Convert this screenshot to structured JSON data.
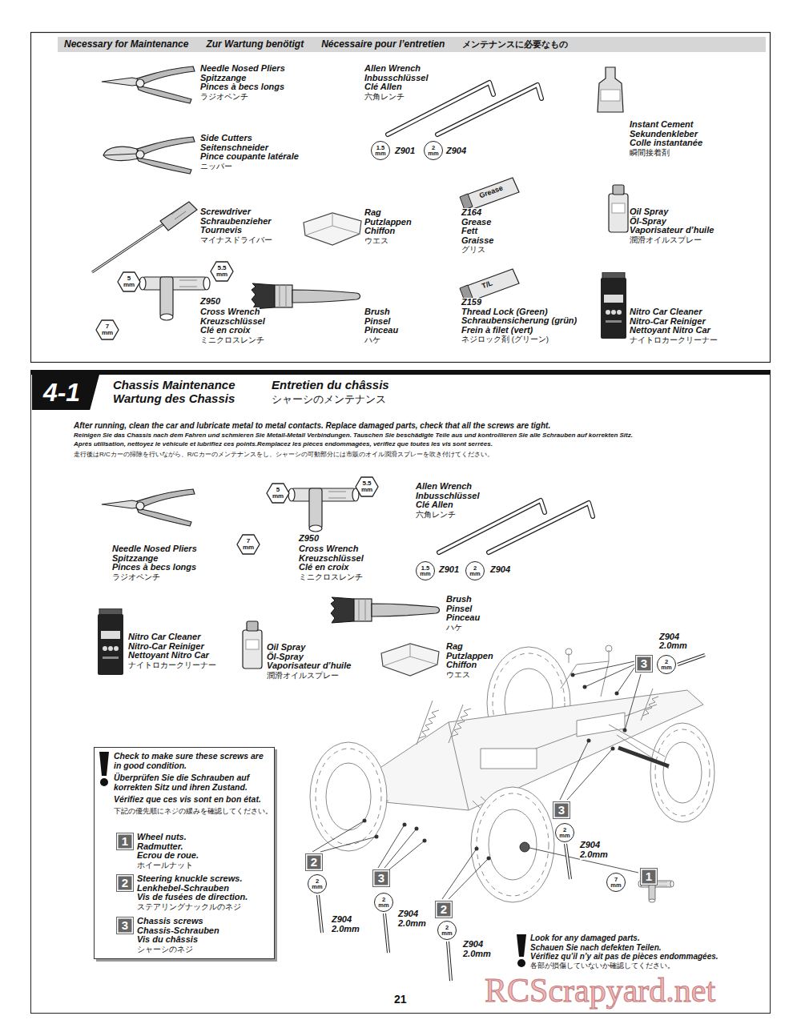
{
  "diagram": {
    "nodes": [
      {
        "text": [
          "Necessary for Maintenance",
          "Zur Wartung benötigt",
          "Nécessaire pour l’entretien",
          "メンテナンスに必要なもの"
        ]
      },
      {
        "text": [
          "Chassis Maintenance",
          "Wartung des Chassis",
          "Entretien du châssis",
          "シャーシのメンテナンス"
        ]
      },
      {
        "text": [
          "4-1"
        ],
        "in": 1
      },
      {
        "text": [
          "Check to make sure these screws are in good condition.",
          "Überprüfen Sie die Schrauben auf korrekten Sitz und ihren Zustand.",
          "Vérifiez que ces vis sont en bon état.",
          "下記の優先順にネジの緩みを確認してください。"
        ],
        "in": 1
      },
      {
        "text": [
          "1"
        ],
        "in": 3
      },
      {
        "text": [
          "2"
        ],
        "in": 3
      },
      {
        "text": [
          "3"
        ],
        "in": 3
      }
    ],
    "labels": [
      "Needle Nosed Pliers",
      "Spitzzange",
      "Pinces à becs longs",
      "ラジオペンチ",
      "Side Cutters",
      "Seitenschneider",
      "Pince coupante latérale",
      "ニッパー",
      "Screwdriver",
      "Schraubenzieher",
      "Tournevis",
      "マイナスドライバー",
      "5 mm",
      "5.5 mm",
      "7 mm",
      "Z950",
      "Cross Wrench",
      "Kreuzschlüssel",
      "Clé en croix",
      "ミニクロスレンチ",
      "Allen Wrench",
      "Inbusschlüssel",
      "Clé Allen",
      "六角レンチ",
      "1.5 mm",
      "Z901",
      "2 mm",
      "Z904",
      "Instant Cement",
      "Sekundenkleber",
      "Colle instantanée",
      "瞬間接着剤",
      "Rag",
      "Putzlappen",
      "Chiffon",
      "ウエス",
      "Grease",
      "Z164",
      "Grease",
      "Fett",
      "Graisse",
      "グリス",
      "Oil Spray",
      "Öl-Spray",
      "Vaporisateur d’huile",
      "潤滑オイルスプレー",
      "Brush",
      "Pinsel",
      "Pinceau",
      "ハケ",
      "T/L",
      "Z159",
      "Thread Lock (Green)",
      "Schraubensicherung (grün)",
      "Frein à filet (vert)",
      "ネジロック剤 (グリーン)",
      "Nitro Car Cleaner",
      "Nitro-Car Reiniger",
      "Nettoyant Nitro Car",
      "ナイトロカークリーナー",
      "After running, clean the car and lubricate metal to metal contacts. Replace damaged parts, check that all the screws are tight.",
      "Reinigen Sie das Chassis nach dem Fahren und schmieren Sie Metall-Metall Verbindungen. Tauschen Sie beschädigte Teile aus und kontrollieren Sie alle Schrauben auf korrekten Sitz.",
      "Après utilisation, nettoyez le véhicule et lubrifiez ces points.Remplacez les pièces endommagées, vérifiez que toutes les vis sont serrées.",
      "走行後はR/Cカーの掃除を行いながら、R/Cカーのメンテナンスをし、シャーシの可動部分には市販のオイル潤滑スプレーを吹き付けてください。",
      "Needle Nosed Pliers",
      "Spitzzange",
      "Pinces à becs longs",
      "ラジオペンチ",
      "5 mm",
      "5.5 mm",
      "7 mm",
      "Z950",
      "Cross Wrench",
      "Kreuzschlüssel",
      "Clé en croix",
      "ミニクロスレンチ",
      "Allen Wrench",
      "Inbusschlüssel",
      "Clé Allen",
      "六角レンチ",
      "1.5 mm",
      "Z901",
      "2 mm",
      "Z904",
      "Brush",
      "Pinsel",
      "Pinceau",
      "ハケ",
      "Nitro Car Cleaner",
      "Nitro-Car Reiniger",
      "Nettoyant Nitro Car",
      "ナイトロカークリーナー",
      "Oil Spray",
      "Öl-Spray",
      "Vaporisateur d’huile",
      "潤滑オイルスプレー",
      "Rag",
      "Putzlappen",
      "Chiffon",
      "ウエス",
      "Wheel nuts.",
      "Radmutter.",
      "Ecrou de roue.",
      "ホイールナット",
      "Steering knuckle screws.",
      "Lenkhebel-Schrauben",
      "Vis de fusées de direction.",
      "ステアリングナックルのネジ",
      "Chassis screws",
      "Chassis-Schrauben",
      "Vis du châssis",
      "シャーシのネジ",
      "Z904",
      "2.0mm",
      "3",
      "2 mm",
      "3",
      "2 mm",
      "Z904",
      "2.0mm",
      "2",
      "2 mm",
      "Z904",
      "2.0mm",
      "3",
      "2 mm",
      "Z904",
      "2.0mm",
      "2",
      "2 mm",
      "Z904",
      "2.0mm",
      "1",
      "7 mm",
      "Look for any damaged parts.",
      "Schauen Sie nach defekten Teilen.",
      "Vérifiez qu’il n’y ait pas de pièces endommagées.",
      "各部が損傷していないか確認してください。",
      "21",
      "RCScrapyard.net"
    ]
  }
}
